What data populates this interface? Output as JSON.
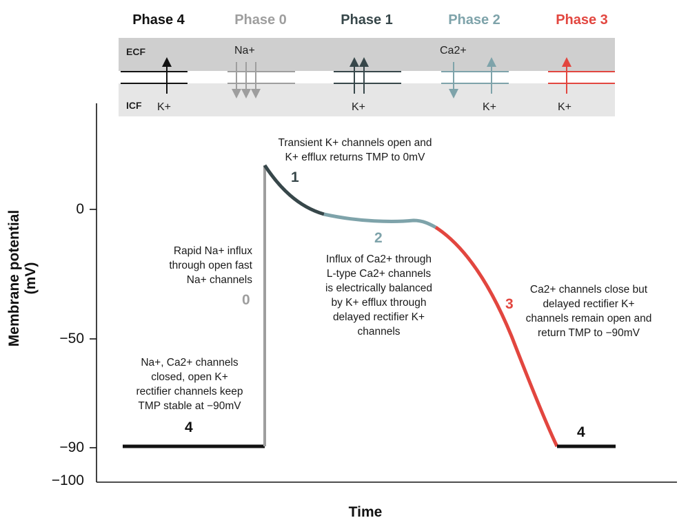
{
  "phases": [
    {
      "id": "4",
      "title": "Phase 4",
      "color": "#111111"
    },
    {
      "id": "0",
      "title": "Phase 0",
      "color": "#9e9e9e"
    },
    {
      "id": "1",
      "title": "Phase 1",
      "color": "#37474a"
    },
    {
      "id": "2",
      "title": "Phase 2",
      "color": "#7ea3aa"
    },
    {
      "id": "3",
      "title": "Phase 3",
      "color": "#e2463f"
    }
  ],
  "membrane": {
    "ecf_label": "ECF",
    "icf_label": "ICF",
    "ions": {
      "phase4_k": "K+",
      "phase0_na": "Na+",
      "phase1_k": "K+",
      "phase2_ca": "Ca2+",
      "phase2_k": "K+",
      "phase3_k": "K+"
    }
  },
  "axes": {
    "ylabel": "Membrane potential (mV)",
    "xlabel": "Time",
    "yticks": [
      "0",
      "−50",
      "−90",
      "−100"
    ]
  },
  "numbers": {
    "phase1": "1",
    "phase2": "2",
    "phase0": "0",
    "phase3": "3",
    "phase4_left": "4",
    "phase4_right": "4"
  },
  "annotations": {
    "phase1": [
      "Transient K+ channels open and",
      "K+ efflux returns TMP to 0mV"
    ],
    "phase0": [
      "Rapid Na+ influx",
      "through open fast",
      "Na+ channels"
    ],
    "phase2": [
      "Influx of Ca2+ through",
      "L-type Ca2+ channels",
      "is electrically balanced",
      "by K+ efflux through",
      "delayed rectifier K+",
      "channels"
    ],
    "phase3": [
      "Ca2+ channels close but",
      "delayed rectifier K+",
      "channels remain open and",
      "return TMP to −90mV"
    ],
    "phase4": [
      "Na+, Ca2+ channels",
      "closed, open K+",
      "rectifier channels keep",
      "TMP stable at −90mV"
    ]
  }
}
